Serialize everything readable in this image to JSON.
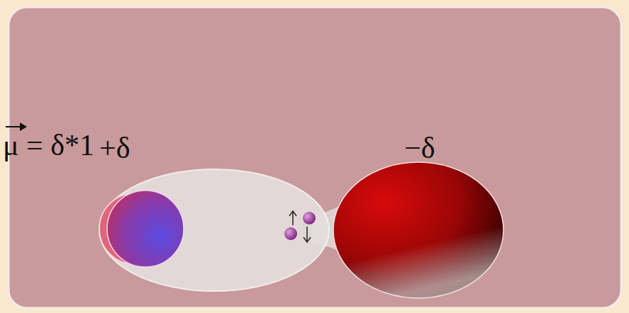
{
  "diagram": {
    "labels": [
      "+δ",
      "μ = δ*1",
      "−δ"
    ]
  }
}
